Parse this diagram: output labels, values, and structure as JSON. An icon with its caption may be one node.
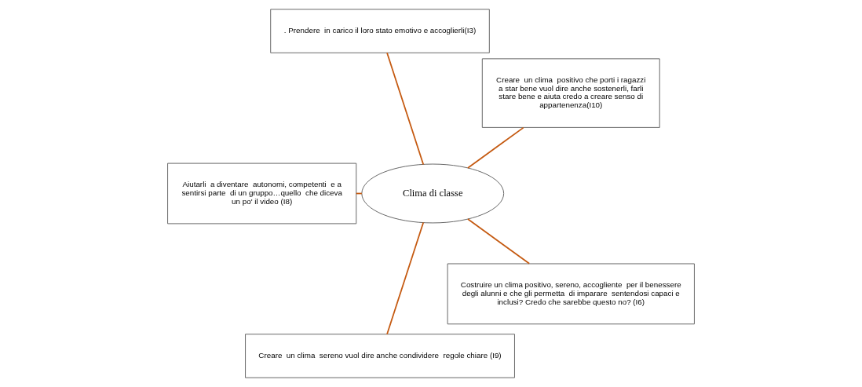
{
  "diagram": {
    "nodes": [
      {
        "text": [
          "Clima di classe"
        ]
      },
      {
        "text": [
          "Creare  un clima  positivo che porti i ragazzi a star bene vuol dire anche sostenerli, farli stare bene e aiuta credo a creare senso di appartenenza(I10)"
        ]
      },
      {
        "text": [
          ". Prendere  in carico il loro stato emotivo e accoglierli(I3)"
        ]
      },
      {
        "text": [
          "Aiutarli  a diventare  autonomi, competenti  e a sentirsi parte  di un gruppo…quello  che diceva un po' il video (I8)"
        ]
      },
      {
        "text": [
          "Creare  un clima  sereno vuol dire anche condividere  regole chiare (I9)"
        ]
      },
      {
        "text": [
          "Costruire un clima positivo, sereno, accogliente  per il benessere degli alunni e che gli permetta  di imparare  sentendosi capaci e inclusi? Credo che sarebbe questo no? (I6)"
        ]
      }
    ],
    "edges": [
      {
        "from": 0,
        "to": 2,
        "arrow": "none"
      },
      {
        "from": 0,
        "to": 1,
        "arrow": "none"
      },
      {
        "from": 0,
        "to": 3,
        "arrow": "none"
      },
      {
        "from": 0,
        "to": 4,
        "arrow": "none"
      },
      {
        "from": 0,
        "to": 5,
        "arrow": "none"
      }
    ]
  }
}
